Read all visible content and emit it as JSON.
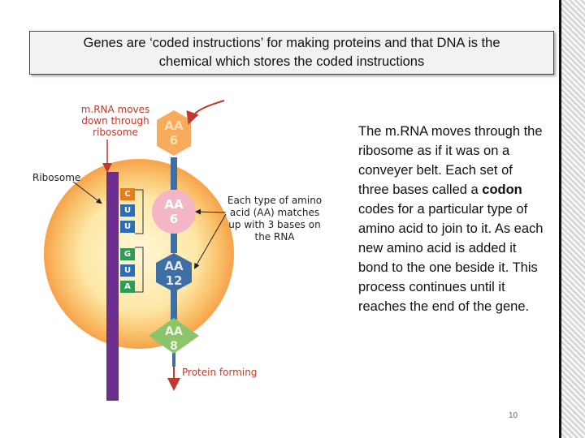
{
  "slide": {
    "title_line1": "Genes are ‘coded instructions’ for making proteins and that DNA is the",
    "title_line2": "chemical which stores the coded instructions",
    "page_number": "10"
  },
  "diagram": {
    "labels": {
      "mrna_l1": "m.RNA moves",
      "mrna_l2": "down through",
      "mrna_l3": "ribosome",
      "ribosome": "Ribosome",
      "each_l1": "Each type of amino",
      "each_l2": "acid (AA) matches",
      "each_l3": "up with 3 bases on",
      "each_l4": "the RNA",
      "protein": "Protein forming"
    },
    "bases": [
      "C",
      "U",
      "U",
      "G",
      "U",
      "A"
    ],
    "amino_acids": [
      {
        "label": "AA",
        "number": "6"
      },
      {
        "label": "AA",
        "number": "6"
      },
      {
        "label": "AA",
        "number": "12"
      },
      {
        "label": "AA",
        "number": "8"
      }
    ],
    "colors": {
      "mrna_strand": "#6b2d8e",
      "ribosome_center": "#fff3c4",
      "ribosome_edge": "#f7a24a",
      "aa_orange": "#f7a24a",
      "aa_pink": "#f4b6c6",
      "aa_blue": "#3d6ea5",
      "aa_green": "#8bc46a",
      "arrow_red": "#c0392b",
      "base_orange": "#e87b1e",
      "base_blue": "#2e6db4",
      "base_green": "#2e9c57"
    }
  },
  "body": {
    "part1": "The m.RNA moves through the ribosome as if it was on a conveyer belt. Each set of three bases called a ",
    "codon": "codon",
    "part2": " codes for a particular type of amino acid to join to it. As each new amino acid is added it bond to the one beside it. This process continues until it reaches the end of the gene."
  }
}
